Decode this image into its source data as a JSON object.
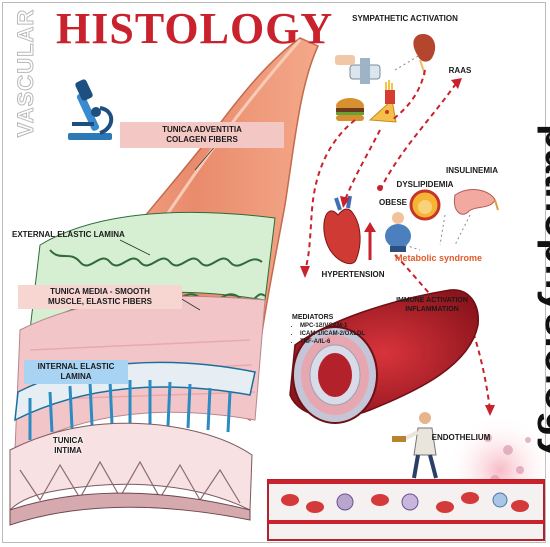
{
  "titles": {
    "vascular": "VASCULAR",
    "histology": "HISTOLOGY",
    "pathophysiology": "pathophysiology"
  },
  "histology_labels": {
    "adventitia": "TUNICA ADVENTITIA\nCOLAGEN FIBERS",
    "external_lamina": "EXTERNAL ELASTIC LAMINA",
    "media": "TUNICA MEDIA - SMOOTH\nMUSCLE, ELASTIC FIBERS",
    "internal_lamina": "INTERNAL ELASTIC\nLAMINA",
    "intima": "TUNICA\nINTIMA"
  },
  "patho_labels": {
    "sympathetic": "SYMPATHETIC ACTIVATION",
    "raas": "RAAS",
    "insulinemia": "INSULINEMIA",
    "dyslipidemia": "DYSLIPIDEMIA",
    "obese": "OBESE",
    "hypertension": "HYPERTENSION",
    "metabolic": "Metabolic syndrome",
    "immune": "IMMUNE ACTIVATION\nINFLAMMATION",
    "mediators_title": "MEDIATORS",
    "mediators": [
      "MPC-1Ƨ/VCAM-1",
      "ICAM-1/ICAM-2/OXLDL",
      "TNF-A/IL-6"
    ],
    "endothelium": "ENDOTHELIUM"
  },
  "colors": {
    "accent_red": "#c9222d",
    "vessel_red": "#b3222b",
    "adventitia": "#e98b6c",
    "media_green": "#cfe9cc",
    "intima_blue": "#4a9fd0",
    "metabolic_orange": "#e05a2b"
  },
  "icons": [
    "microscope-icon",
    "kidney-icon",
    "syringe-icon",
    "burger-icon",
    "pizza-icon",
    "heart-icon",
    "adipose-cell-icon",
    "pancreas-icon",
    "obese-person-icon",
    "doctor-figure-icon",
    "red-blood-cell-icon"
  ]
}
